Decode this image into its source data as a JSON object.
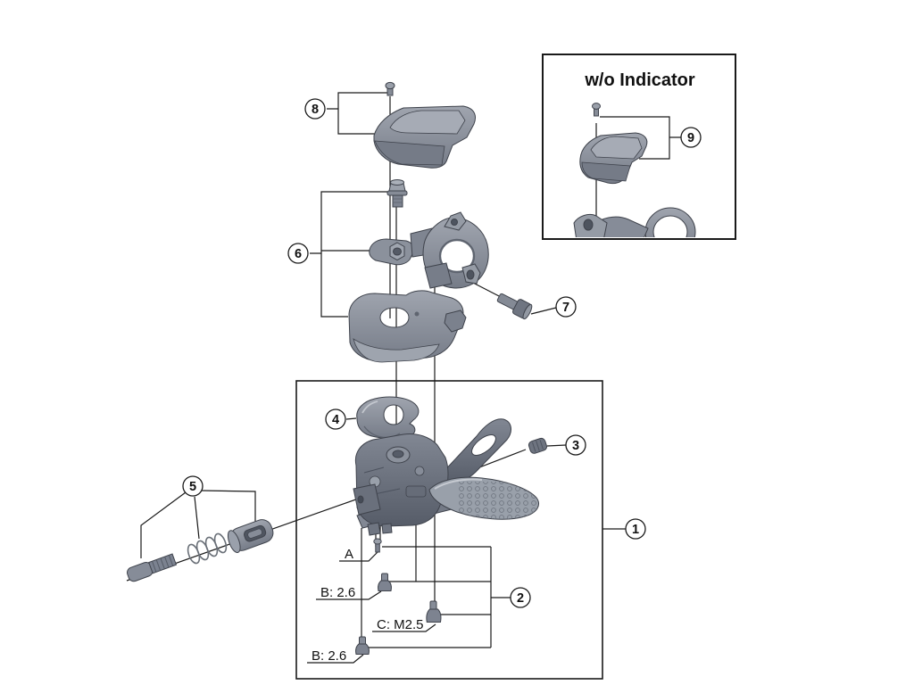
{
  "diagram": {
    "type": "exploded-parts-diagram",
    "inset_title": "w/o Indicator",
    "callouts": {
      "c1": "1",
      "c2": "2",
      "c3": "3",
      "c4": "4",
      "c5": "5",
      "c6": "6",
      "c7": "7",
      "c8": "8",
      "c9": "9"
    },
    "labels": {
      "a": "A",
      "b_upper": "B: 2.6",
      "c_metric": "C: M2.5",
      "b_lower": "B: 2.6"
    },
    "colors": {
      "background": "#ffffff",
      "line": "#1a1a1a",
      "part_fill": "#8b919c",
      "part_light": "#a6abb5",
      "part_dark": "#6c727e",
      "outline": "#3f434c"
    }
  }
}
